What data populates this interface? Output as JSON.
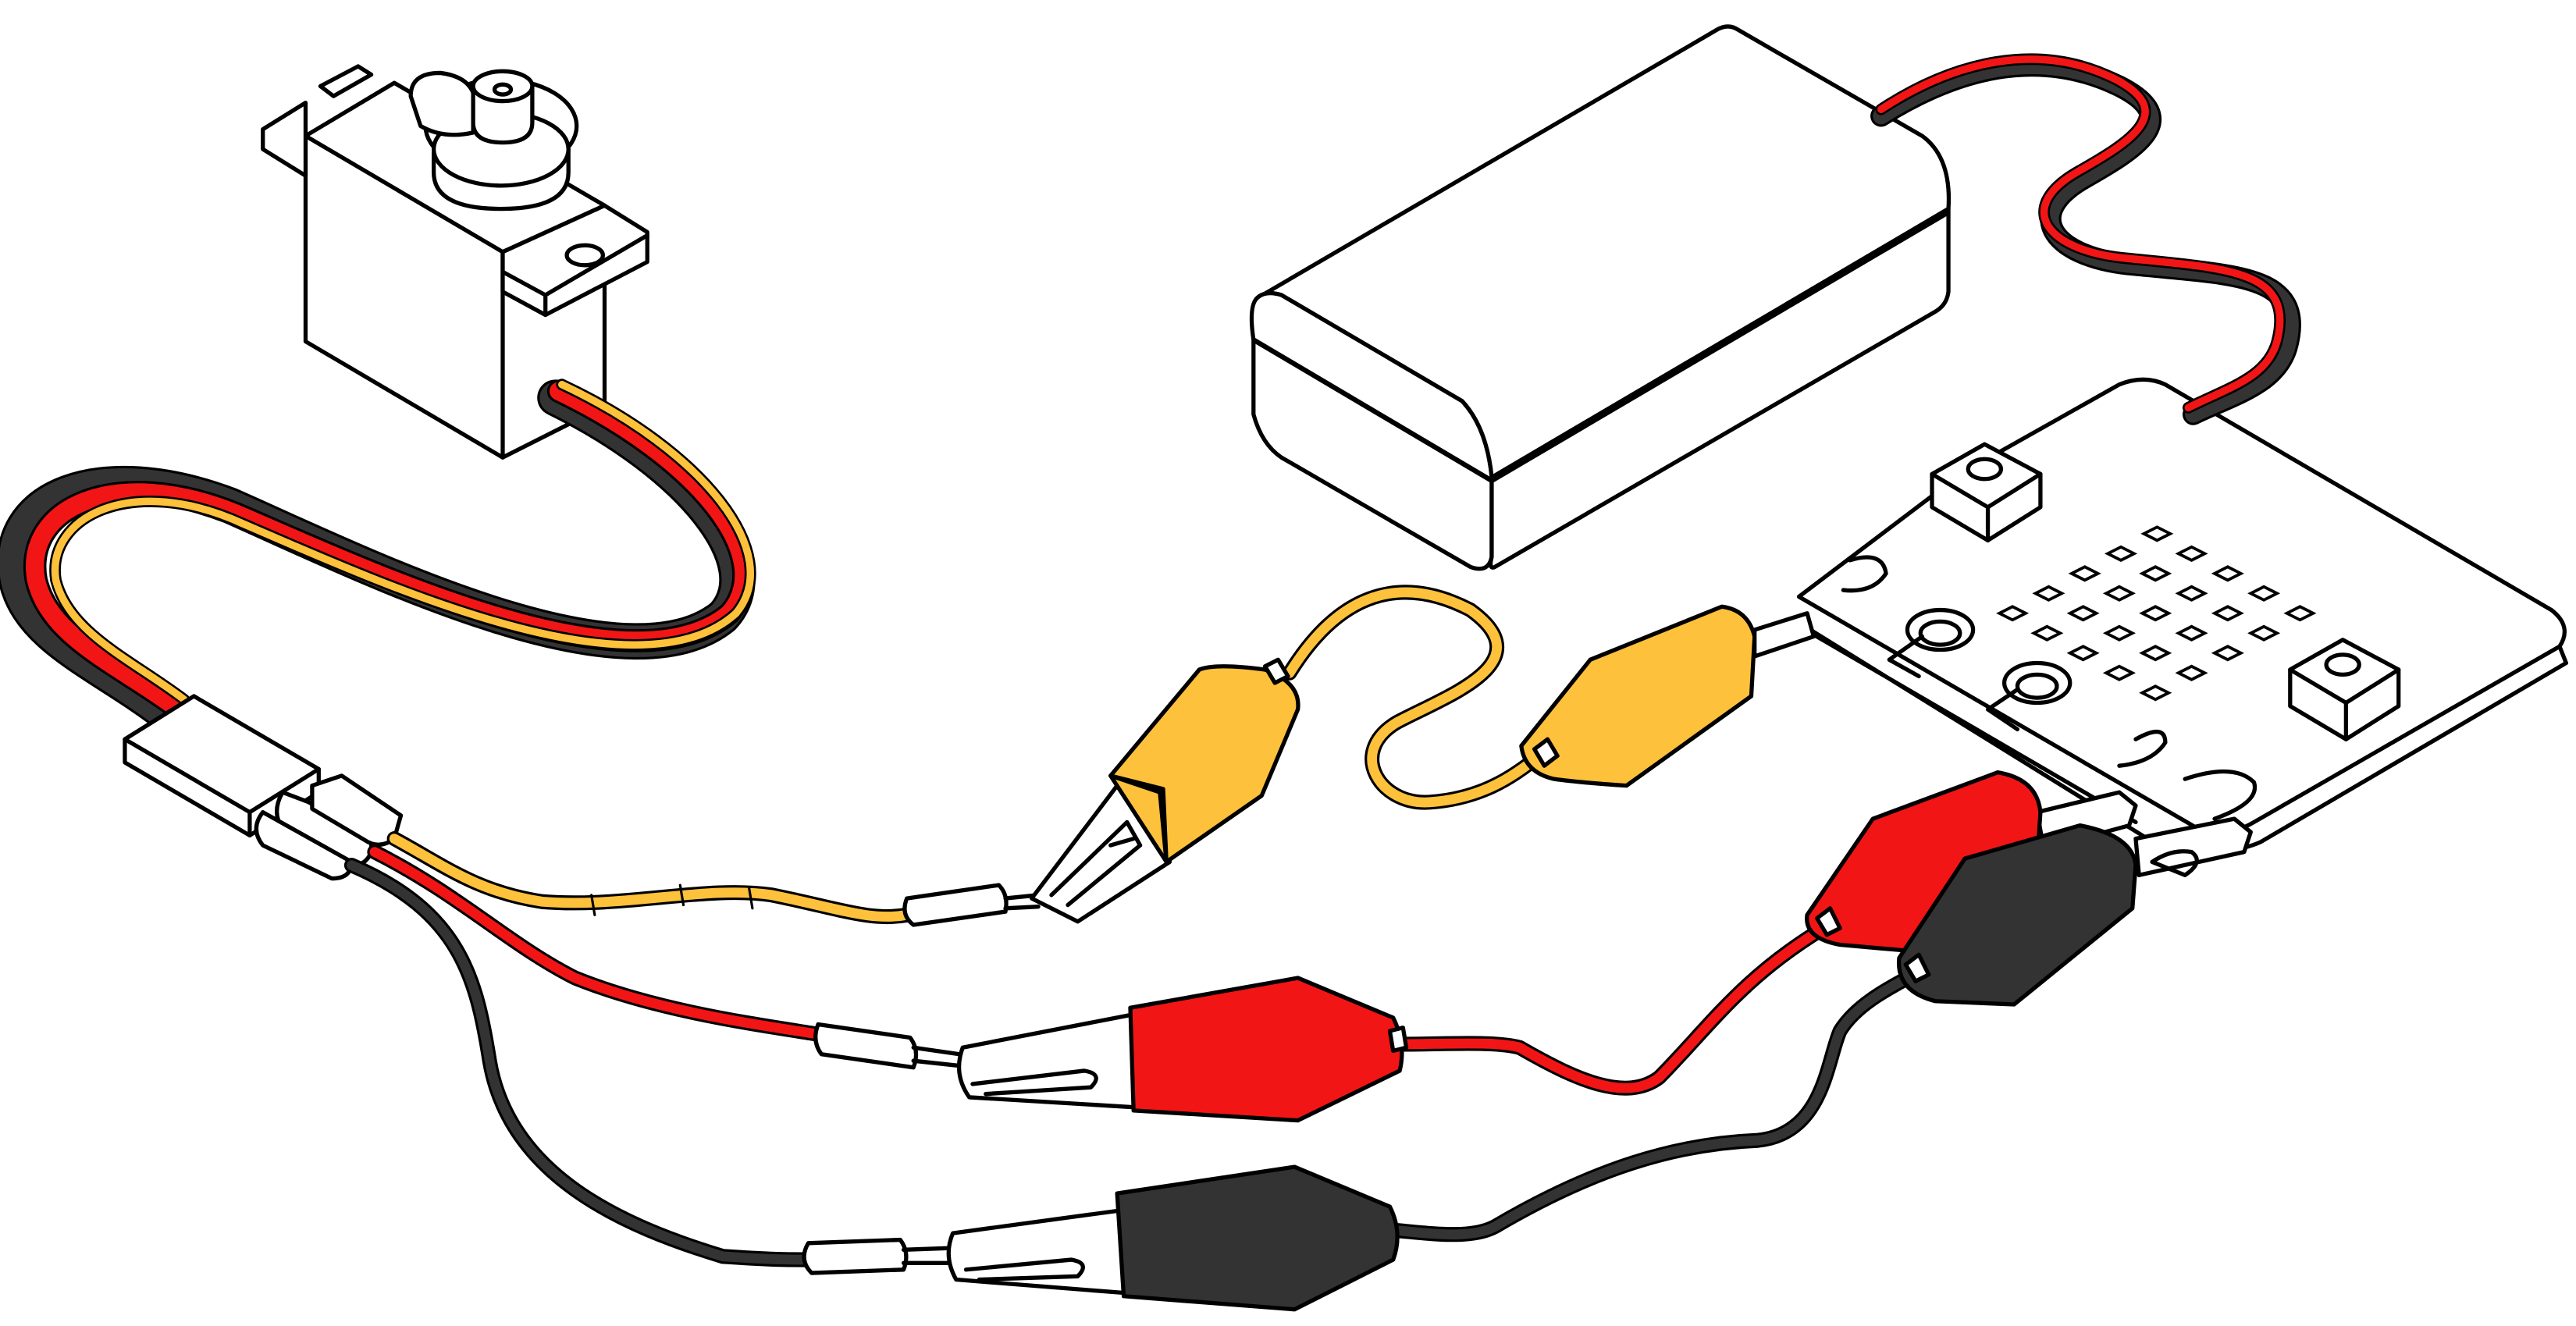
{
  "diagram": {
    "components": [
      {
        "id": "servo",
        "kind": "servo-motor"
      },
      {
        "id": "battery",
        "kind": "battery-pack"
      },
      {
        "id": "board",
        "kind": "microcontroller-board"
      },
      {
        "id": "servo-connector",
        "kind": "3-pin-connector"
      }
    ],
    "wires": [
      {
        "id": "signal",
        "color": "#FDC13C"
      },
      {
        "id": "power",
        "color": "#F21516"
      },
      {
        "id": "ground",
        "color": "#333333"
      }
    ],
    "clips": [
      {
        "id": "yellow-clip-a",
        "color": "#FDC13C"
      },
      {
        "id": "yellow-clip-b",
        "color": "#FDC13C"
      },
      {
        "id": "red-clip-a",
        "color": "#F21516"
      },
      {
        "id": "red-clip-b",
        "color": "#F21516"
      },
      {
        "id": "black-clip-a",
        "color": "#333333"
      },
      {
        "id": "black-clip-b",
        "color": "#333333"
      }
    ],
    "colors": {
      "yellow": "#FDC13C",
      "red": "#F21516",
      "black": "#333333",
      "outline": "#000000",
      "background": "#FFFFFF"
    }
  }
}
